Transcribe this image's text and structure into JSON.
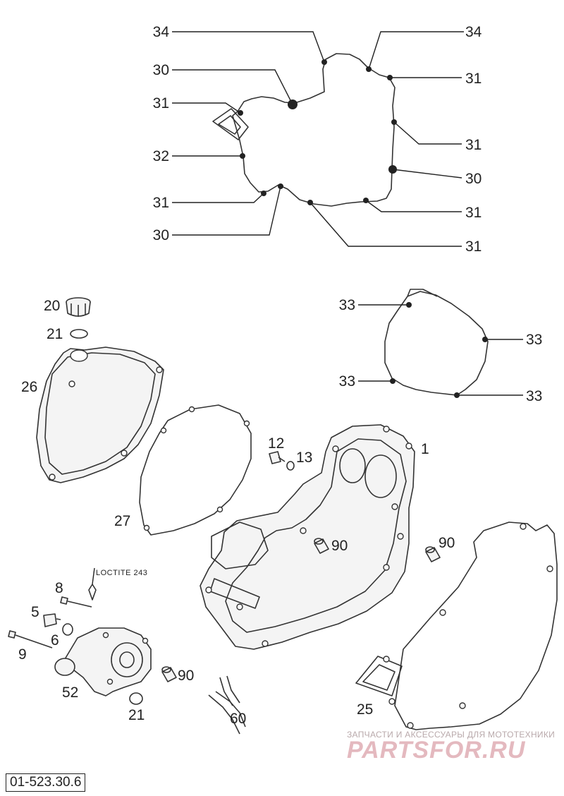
{
  "callouts": {
    "c34a": "34",
    "c34b": "34",
    "c30a": "30",
    "c31a": "31",
    "c31b": "31",
    "c32": "32",
    "c31c": "31",
    "c30b": "30",
    "c31d": "31",
    "c30c": "30",
    "c31e": "31",
    "c31f": "31",
    "c20": "20",
    "c21a": "21",
    "c26": "26",
    "c27": "27",
    "c33a": "33",
    "c33b": "33",
    "c33c": "33",
    "c33d": "33",
    "c12": "12",
    "c13": "13",
    "c1": "1",
    "c90a": "90",
    "c90b": "90",
    "c8": "8",
    "c5": "5",
    "c6": "6",
    "c9": "9",
    "c52": "52",
    "c90c": "90",
    "c21b": "21",
    "c60": "60",
    "c25": "25"
  },
  "annotation": {
    "loctite": "LOCTITE 243"
  },
  "reference_code": "01-523.30.6",
  "watermark": {
    "tagline": "ЗАПЧАСТИ И АКСЕССУАРЫ ДЛЯ МОТОТЕХНИКИ",
    "brand": "PARTSFOR.RU"
  }
}
